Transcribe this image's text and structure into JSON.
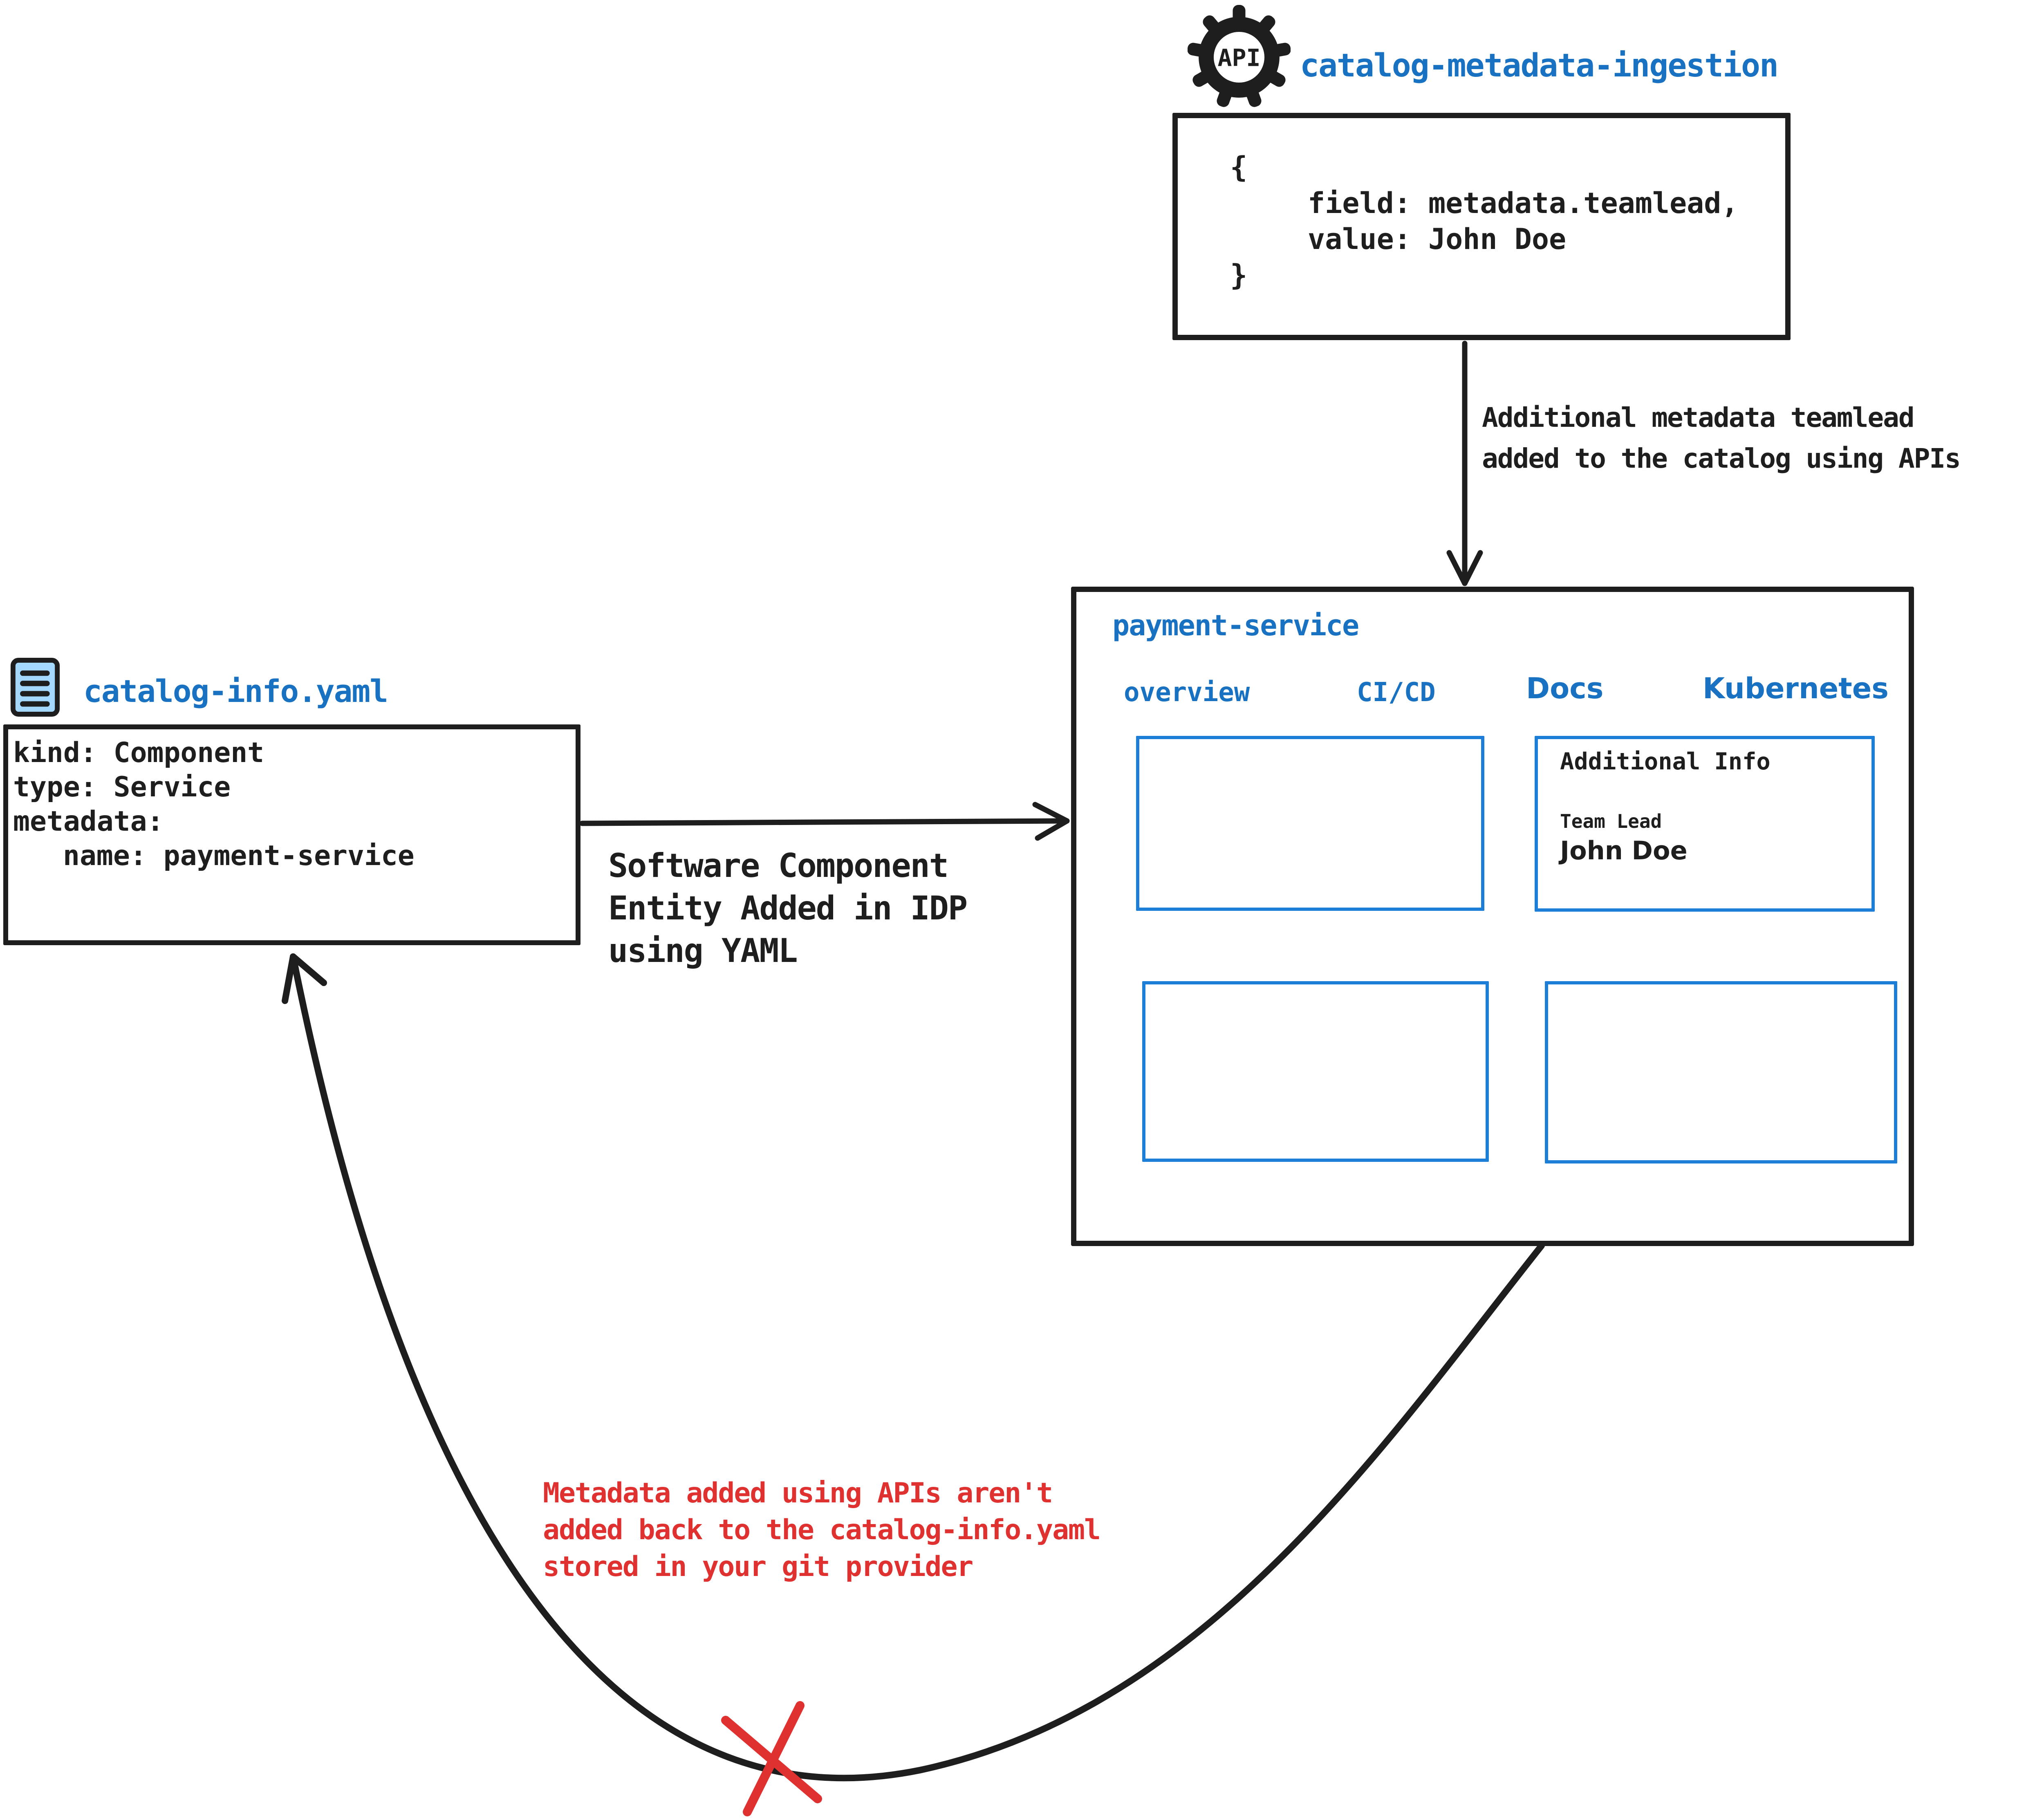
{
  "colors": {
    "ink_black": "#1e1e1e",
    "accent_blue_text": "#1971c2",
    "accent_blue_border": "#1c7ed6",
    "warning_red": "#e03131",
    "doc_icon_fill": "#a5d8ff"
  },
  "api_section": {
    "icon_label": "API",
    "title": "catalog-metadata-ingestion",
    "code_lines": [
      "{",
      "field: metadata.teamlead,",
      "value: John Doe",
      "}"
    ],
    "arrow_label_lines": [
      "Additional metadata teamlead",
      "added to the catalog using APIs"
    ]
  },
  "yaml_section": {
    "title": "catalog-info.yaml",
    "code_lines": [
      "kind: Component",
      "type: Service",
      "metadata:",
      "name: payment-service"
    ],
    "arrow_label_lines": [
      "Software Component",
      "Entity Added in IDP",
      "using YAML"
    ]
  },
  "payment_service": {
    "title": "payment-service",
    "tabs": [
      "overview",
      "CI/CD",
      "Docs",
      "Kubernetes"
    ],
    "docs_panel": {
      "title": "Additional Info",
      "field_label": "Team Lead",
      "field_value": "John Doe"
    }
  },
  "warning_note": {
    "lines": [
      "Metadata added using APIs aren't",
      "added back to the catalog-info.yaml",
      "stored in your git provider"
    ]
  }
}
